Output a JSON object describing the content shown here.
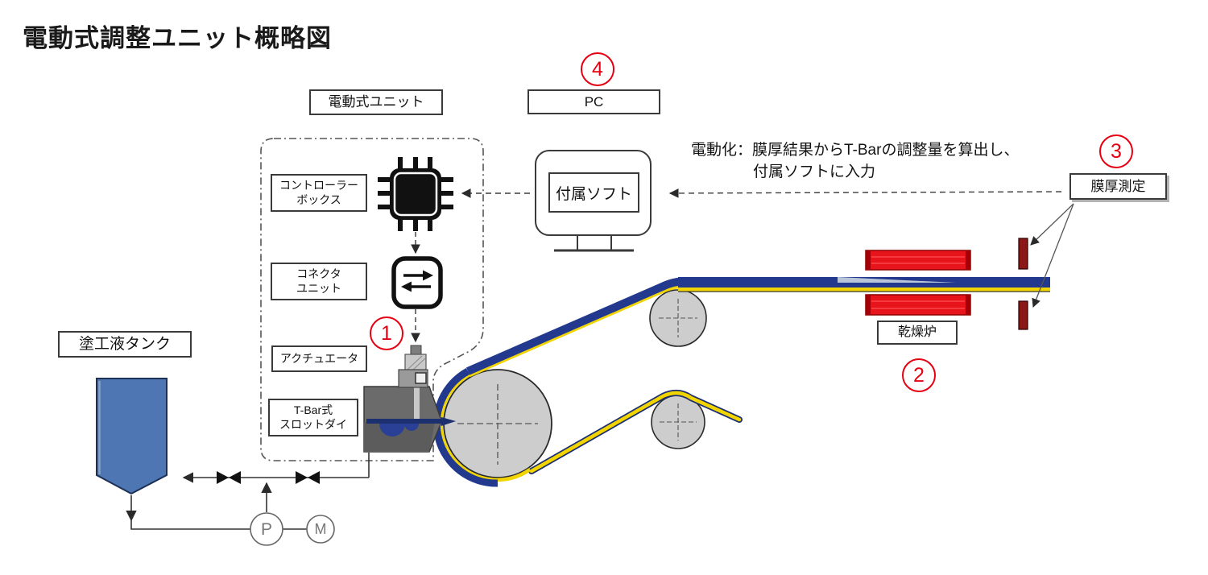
{
  "title": "電動式調整ユニット概略図",
  "labels": {
    "electric_unit": "電動式ユニット",
    "pc": "PC",
    "software": "付属ソフト",
    "controller_box_line1": "コントローラー",
    "controller_box_line2": "ボックス",
    "connector_unit_line1": "コネクタ",
    "connector_unit_line2": "ユニット",
    "actuator": "アクチュエータ",
    "tbar_die_line1": "T-Bar式",
    "tbar_die_line2": "スロットダイ",
    "coating_tank": "塗工液タンク",
    "dryer": "乾燥炉",
    "thickness_gauge": "膜厚測定",
    "pump": "P",
    "motor": "M"
  },
  "annotation": {
    "line1": "電動化：膜厚結果からT-Barの調整量を算出し、",
    "line2": "付属ソフトに入力"
  },
  "markers": {
    "m1": "1",
    "m2": "2",
    "m3": "3",
    "m4": "4"
  },
  "colors": {
    "marker_red": "#e60012",
    "dryer_red": "#e8141c",
    "sensor_maroon": "#8b1717",
    "web_coating_blue": "#22398e",
    "web_substrate_yellow": "#f2d400",
    "tank_blue": "#4d76b2",
    "roller_gray": "#cdcdcd",
    "die_gray": "#676767"
  }
}
